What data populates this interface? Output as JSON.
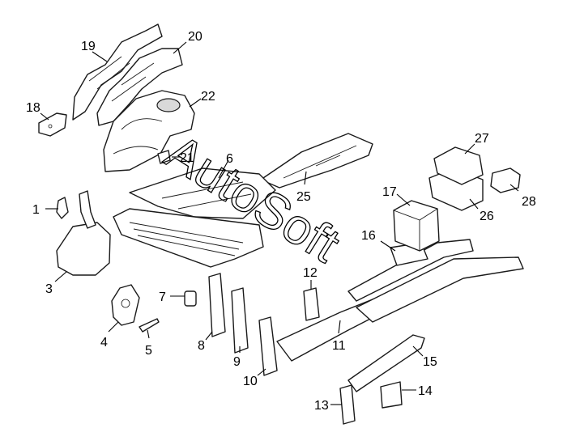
{
  "diagram": {
    "watermark": "AutoSoft",
    "callouts": [
      {
        "id": "c1",
        "label": "1"
      },
      {
        "id": "c3",
        "label": "3"
      },
      {
        "id": "c4",
        "label": "4"
      },
      {
        "id": "c5",
        "label": "5"
      },
      {
        "id": "c6",
        "label": "6"
      },
      {
        "id": "c7",
        "label": "7"
      },
      {
        "id": "c8",
        "label": "8"
      },
      {
        "id": "c9",
        "label": "9"
      },
      {
        "id": "c10",
        "label": "10"
      },
      {
        "id": "c11",
        "label": "11"
      },
      {
        "id": "c12",
        "label": "12"
      },
      {
        "id": "c13",
        "label": "13"
      },
      {
        "id": "c14",
        "label": "14"
      },
      {
        "id": "c15",
        "label": "15"
      },
      {
        "id": "c16",
        "label": "16"
      },
      {
        "id": "c17",
        "label": "17"
      },
      {
        "id": "c18",
        "label": "18"
      },
      {
        "id": "c19",
        "label": "19"
      },
      {
        "id": "c20",
        "label": "20"
      },
      {
        "id": "c21",
        "label": "21"
      },
      {
        "id": "c22",
        "label": "22"
      },
      {
        "id": "c25",
        "label": "25"
      },
      {
        "id": "c26",
        "label": "26"
      },
      {
        "id": "c27",
        "label": "27"
      },
      {
        "id": "c28",
        "label": "28"
      }
    ]
  }
}
